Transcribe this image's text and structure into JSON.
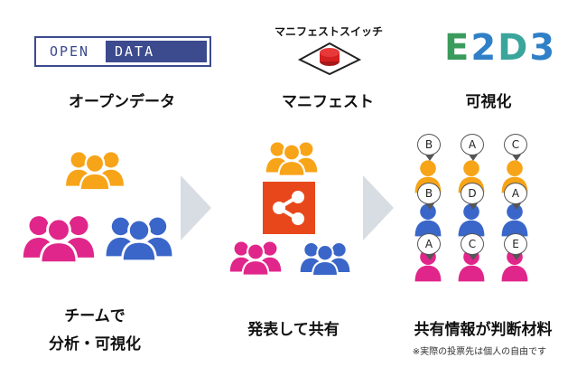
{
  "opendata": {
    "logo_left": "OPEN",
    "logo_right": "DATA",
    "label": "オープンデータ"
  },
  "manifest": {
    "logo_text": "マニフェストスイッチ",
    "label": "マニフェスト"
  },
  "e2d3": {
    "logo_letters": [
      "E",
      "2",
      "D",
      "3"
    ],
    "label": "可視化"
  },
  "captions": {
    "team_line1": "チームで",
    "team_line2": "分析・可視化",
    "share": "発表して共有",
    "judge": "共有情報が判断材料",
    "note": "※実際の投票先は個人の自由です"
  },
  "bubbles": {
    "row1": [
      "B",
      "A",
      "C"
    ],
    "row2": [
      "B",
      "D",
      "A"
    ],
    "row3": [
      "A",
      "C",
      "E"
    ]
  },
  "colors": {
    "orange": "#f7a418",
    "blue": "#3a66c9",
    "pink": "#e0268a",
    "share_red": "#e8471b",
    "arrow_gray": "#d8dce3",
    "od_blue": "#3c4a8e",
    "e2d3_green": "#3a9b5c",
    "e2d3_blue": "#2f80c7",
    "e2d3_teal": "#3aa59b"
  },
  "icons": [
    "people-group-icon",
    "share-icon",
    "switch-button-icon",
    "arrow-right-icon",
    "person-icon"
  ]
}
